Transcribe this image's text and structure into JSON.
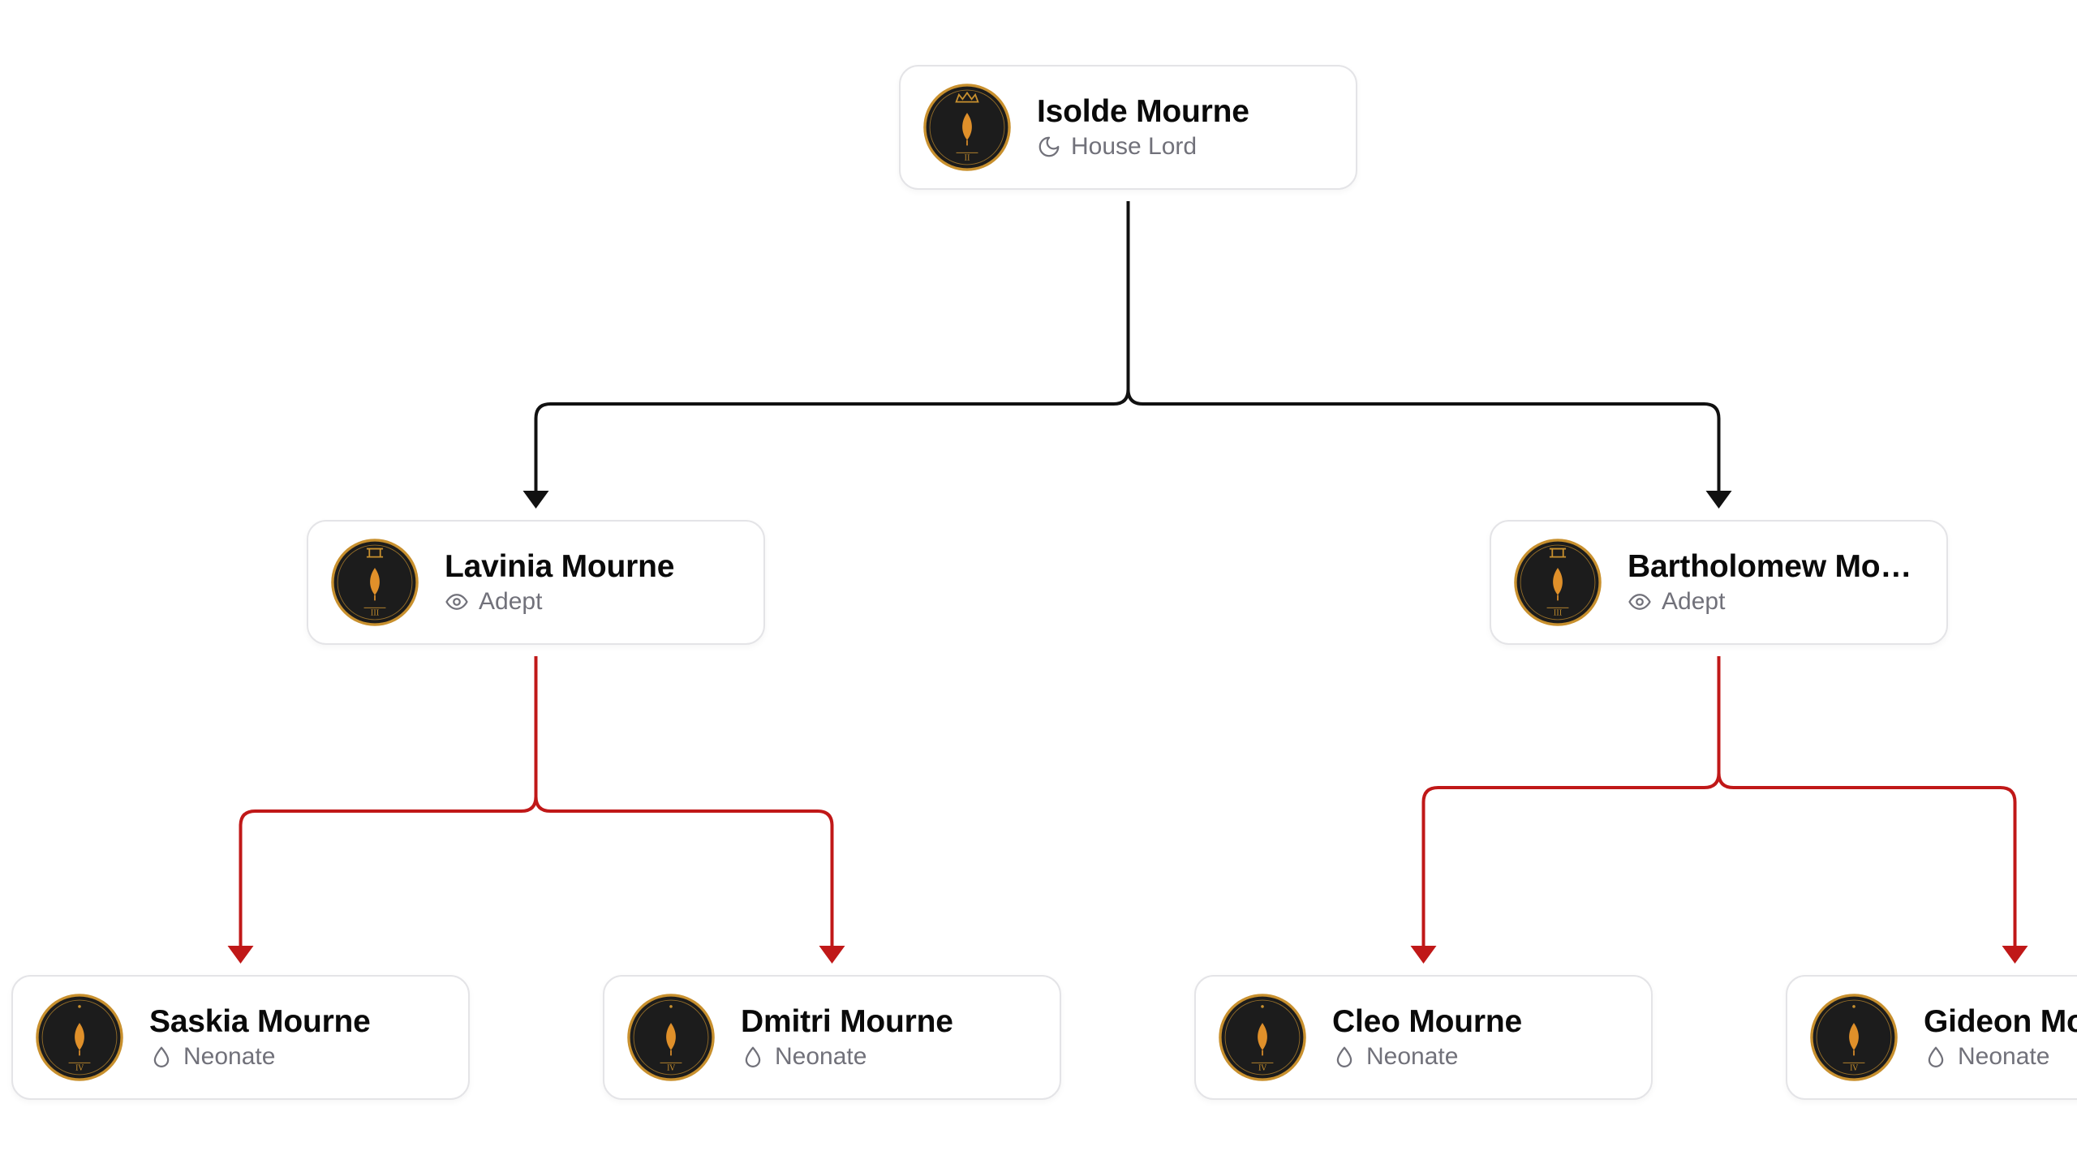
{
  "colors": {
    "card_border": "#e4e4e7",
    "name_text": "#0a0a0a",
    "role_text": "#71717a",
    "link_primary": "#111111",
    "link_secondary": "#c01818",
    "emblem_bg": "#1c1c1c",
    "emblem_ring": "#c8902e",
    "flame": "#e0902a"
  },
  "nodes": [
    {
      "id": "isolde",
      "name": "Isolde Mourne",
      "role": "House Lord",
      "role_icon": "moon-icon",
      "numeral": "II",
      "crest": "crown-icon"
    },
    {
      "id": "lavinia",
      "name": "Lavinia Mourne",
      "role": "Adept",
      "role_icon": "eye-icon",
      "numeral": "III",
      "crest": "gate-icon"
    },
    {
      "id": "bartholomew",
      "name": "Bartholomew Mourne",
      "role": "Adept",
      "role_icon": "eye-icon",
      "numeral": "III",
      "crest": "gate-icon"
    },
    {
      "id": "saskia",
      "name": "Saskia Mourne",
      "role": "Neonate",
      "role_icon": "drop-icon",
      "numeral": "IV",
      "crest": "star-icon"
    },
    {
      "id": "dmitri",
      "name": "Dmitri Mourne",
      "role": "Neonate",
      "role_icon": "drop-icon",
      "numeral": "IV",
      "crest": "star-icon"
    },
    {
      "id": "cleo",
      "name": "Cleo Mourne",
      "role": "Neonate",
      "role_icon": "drop-icon",
      "numeral": "IV",
      "crest": "star-icon"
    },
    {
      "id": "gideon",
      "name": "Gideon Mourne",
      "role": "Neonate",
      "role_icon": "drop-icon",
      "numeral": "IV",
      "crest": "star-icon"
    }
  ],
  "edges": [
    {
      "from": "isolde",
      "to": "lavinia",
      "kind": "primary"
    },
    {
      "from": "isolde",
      "to": "bartholomew",
      "kind": "primary"
    },
    {
      "from": "lavinia",
      "to": "saskia",
      "kind": "secondary"
    },
    {
      "from": "lavinia",
      "to": "dmitri",
      "kind": "secondary"
    },
    {
      "from": "bartholomew",
      "to": "cleo",
      "kind": "secondary"
    },
    {
      "from": "bartholomew",
      "to": "gideon",
      "kind": "secondary"
    }
  ]
}
